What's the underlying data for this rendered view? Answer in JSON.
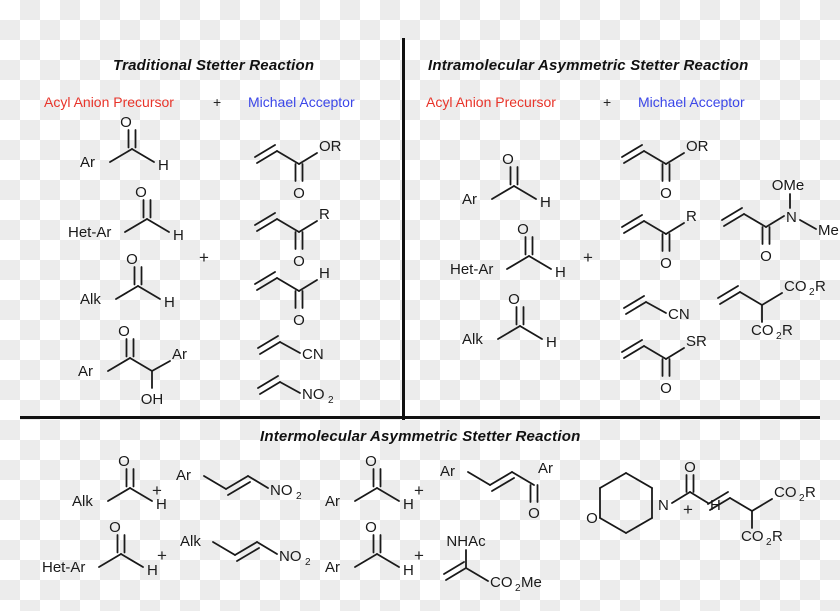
{
  "panels": {
    "traditional": {
      "title": "Traditional Stetter Reaction",
      "acyl_label": "Acyl Anion Precursor",
      "michael_label": "Michael Acceptor",
      "plus": "+",
      "center_plus": "+",
      "acyl_anion_precursors": [
        {
          "name": "aryl-aldehyde",
          "left": "Ar",
          "right": "H",
          "top": "O"
        },
        {
          "name": "heteroaryl-aldehyde",
          "left": "Het-Ar",
          "right": "H",
          "top": "O"
        },
        {
          "name": "alkyl-aldehyde",
          "left": "Alk",
          "right": "H",
          "top": "O"
        },
        {
          "name": "benzoin",
          "left": "Ar",
          "right": "Ar",
          "top": "O",
          "bottom": "OH"
        }
      ],
      "michael_acceptors": [
        {
          "name": "acrylate-ester",
          "label": "OR",
          "carbonyl": "O"
        },
        {
          "name": "enone",
          "label": "R",
          "carbonyl": "O"
        },
        {
          "name": "enal",
          "label": "H",
          "carbonyl": "O"
        },
        {
          "name": "acrylonitrile",
          "label": "CN"
        },
        {
          "name": "nitroalkene",
          "label": "NO",
          "sub": "2"
        }
      ]
    },
    "intramolecular": {
      "title": "Intramolecular Asymmetric Stetter Reaction",
      "acyl_label": "Acyl Anion Precursor",
      "michael_label": "Michael Acceptor",
      "plus": "+",
      "center_plus": "+",
      "acyl_anion_precursors": [
        {
          "name": "aryl-aldehyde",
          "left": "Ar",
          "right": "H",
          "top": "O"
        },
        {
          "name": "heteroaryl-aldehyde",
          "left": "Het-Ar",
          "right": "H",
          "top": "O"
        },
        {
          "name": "alkyl-aldehyde",
          "left": "Alk",
          "right": "H",
          "top": "O"
        }
      ],
      "michael_acceptors": [
        {
          "name": "acrylate-ester",
          "label": "OR",
          "carbonyl": "O"
        },
        {
          "name": "enone",
          "label": "R",
          "carbonyl": "O"
        },
        {
          "name": "weinreb-amide",
          "n": "N",
          "ome": "OMe",
          "me": "Me",
          "carbonyl": "O"
        },
        {
          "name": "acrylonitrile",
          "label": "CN"
        },
        {
          "name": "alkylidene-malonate",
          "top_ester": "CO",
          "top_sub": "2",
          "top_r": "R",
          "bottom_ester": "CO",
          "bottom_sub": "2",
          "bottom_r": "R"
        },
        {
          "name": "thioester",
          "label": "SR",
          "carbonyl": "O"
        }
      ]
    },
    "intermolecular": {
      "title": "Intermolecular Asymmetric Stetter Reaction",
      "pairs": [
        {
          "name": "alkyl-aldehyde-aryl-nitroalkene",
          "donor": {
            "left": "Alk",
            "right": "H",
            "top": "O"
          },
          "plus": "+",
          "acceptor": {
            "left": "Ar",
            "label": "NO",
            "sub": "2"
          }
        },
        {
          "name": "heteroaryl-aldehyde-alkyl-nitroalkene",
          "donor": {
            "left": "Het-Ar",
            "right": "H",
            "top": "O"
          },
          "plus": "+",
          "acceptor": {
            "left": "Alk",
            "label": "NO",
            "sub": "2"
          }
        },
        {
          "name": "aryl-aldehyde-chalcone",
          "donor": {
            "left": "Ar",
            "right": "H",
            "top": "O"
          },
          "plus": "+",
          "acceptor": {
            "left": "Ar",
            "right": "Ar",
            "carbonyl": "O"
          }
        },
        {
          "name": "aryl-aldehyde-acetamidoacrylate",
          "donor": {
            "left": "Ar",
            "right": "H",
            "top": "O"
          },
          "plus": "+",
          "acceptor": {
            "nhac": "NHAc",
            "ester": "CO",
            "sub": "2",
            "me": "Me"
          }
        },
        {
          "name": "morpholine-carbaldehyde-malonate",
          "donor": {
            "n": "N",
            "o_ring": "O",
            "right": "H",
            "top": "O"
          },
          "plus": "+",
          "acceptor": {
            "top_ester": "CO",
            "top_sub": "2",
            "top_r": "R",
            "bottom_ester": "CO",
            "bottom_sub": "2",
            "bottom_r": "R"
          }
        }
      ]
    }
  },
  "colors": {
    "acyl_red": "#e8342a",
    "michael_blue": "#3b46e8",
    "ink": "#1a1a1a",
    "rule": "#111111"
  }
}
